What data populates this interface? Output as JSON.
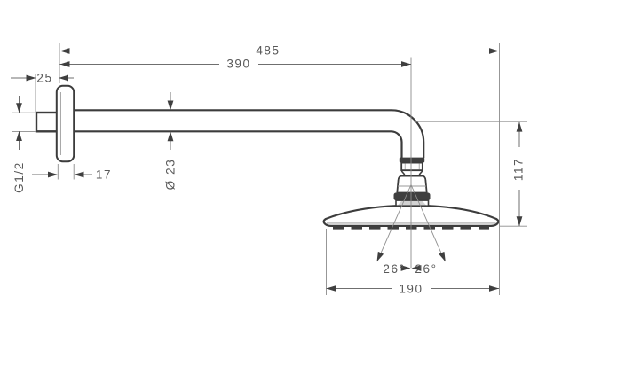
{
  "drawing": {
    "labels": {
      "total_projection": "485",
      "arm_projection": "390",
      "wall_to_plate": "25",
      "plate_depth": "17",
      "connection_thread": "G1/2",
      "arm_diameter": "Ø 23",
      "height_drop": "117",
      "spray_angle_left": "26°",
      "spray_angle_right": "26°",
      "spray_face_diameter": "190"
    },
    "colors": {
      "outline": "#3c3c3c",
      "dimension_lines": "#6f6f6f",
      "extension_lines": "#8c8c8c",
      "label_text": "#585858",
      "solid_fill": "#3f3f3f",
      "shading": "#d2d2d2",
      "background": "#ffffff"
    }
  }
}
